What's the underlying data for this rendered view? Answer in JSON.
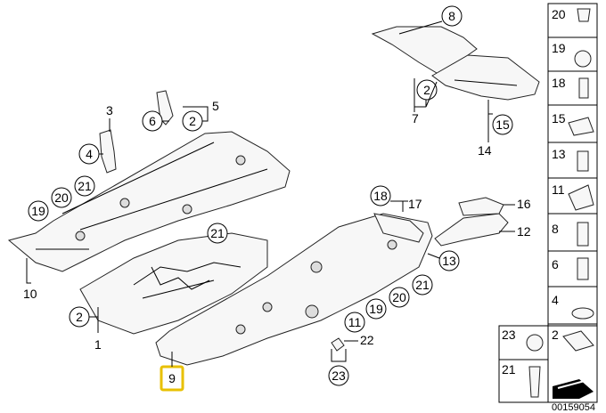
{
  "diagram_id": "00159054",
  "callouts": {
    "c1": "1",
    "c2a": "2",
    "c2b": "2",
    "c2c": "2",
    "c3": "3",
    "c4": "4",
    "c5": "5",
    "c6": "6",
    "c7": "7",
    "c8": "8",
    "c9": "9",
    "c10": "10",
    "c11": "11",
    "c12": "12",
    "c13": "13",
    "c14": "14",
    "c15": "15",
    "c16": "16",
    "c17": "17",
    "c18": "18",
    "c19a": "19",
    "c19b": "19",
    "c20a": "20",
    "c20b": "20",
    "c21a": "21",
    "c21b": "21",
    "c21c": "21",
    "c22": "22",
    "c23": "23"
  },
  "legend": {
    "items": [
      "20",
      "19",
      "18",
      "15",
      "13",
      "11",
      "8",
      "6",
      "4"
    ],
    "bottom_left": [
      "23",
      "21"
    ],
    "bottom_right": [
      "2"
    ]
  }
}
